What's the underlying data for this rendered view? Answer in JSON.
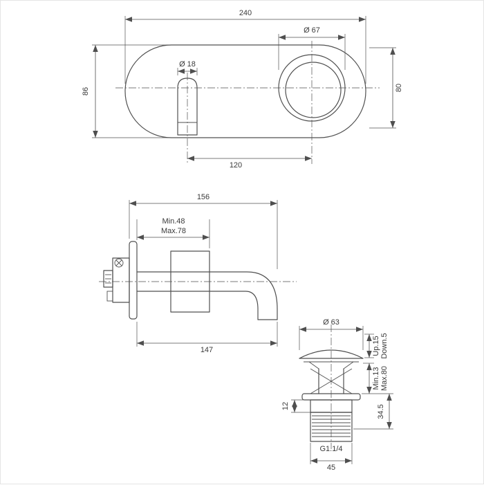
{
  "colors": {
    "line": "#4f4f4f",
    "text": "#3a3a3a",
    "bg": "#ffffff",
    "border": "#e4e4e4"
  },
  "front_view": {
    "width": "240",
    "height_left": "86",
    "height_right": "80",
    "spout_diameter": "Ø 18",
    "handle_diameter": "Ø 67",
    "spout_offset": "120"
  },
  "side_view": {
    "total_depth": "156",
    "wall_min": "Min.48",
    "wall_max": "Max.78",
    "spout_reach": "147"
  },
  "drain": {
    "cap_diameter": "Ø 63",
    "travel_up": "Up.15",
    "travel_down": "Down.5",
    "clamp_min": "Min.13",
    "clamp_max": "Max.80",
    "body_height": "34.5",
    "collar_height": "12",
    "thread_label": "G1.1/4",
    "thread_width": "45"
  }
}
